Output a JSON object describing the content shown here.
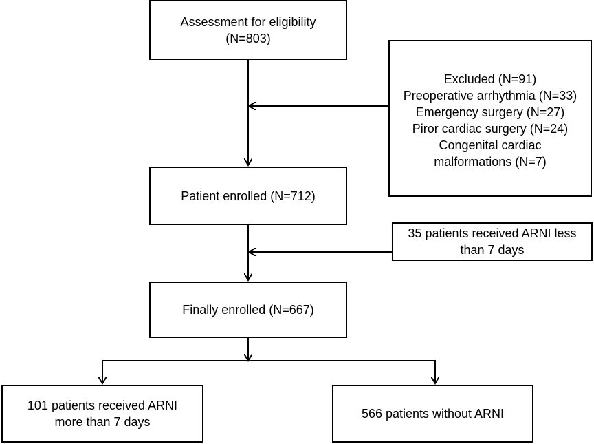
{
  "flowchart": {
    "assessment": {
      "line1": "Assessment for eligibility",
      "line2": "(N=803)"
    },
    "excluded": {
      "lines": [
        "Excluded (N=91)",
        "Preoperative arrhythmia (N=33)",
        "Emergency surgery (N=27)",
        "Piror cardiac surgery (N=24)",
        "Congenital cardiac",
        "malformations (N=7)"
      ]
    },
    "enrolled": {
      "label": "Patient enrolled (N=712)"
    },
    "short_arni": {
      "line1": "35 patients received ARNI less",
      "line2": "than 7 days"
    },
    "final": {
      "label": "Finally enrolled (N=667)"
    },
    "arni_group": {
      "line1": "101 patients received ARNI",
      "line2": "more than 7 days"
    },
    "no_arni_group": {
      "label": "566 patients without ARNI"
    }
  }
}
